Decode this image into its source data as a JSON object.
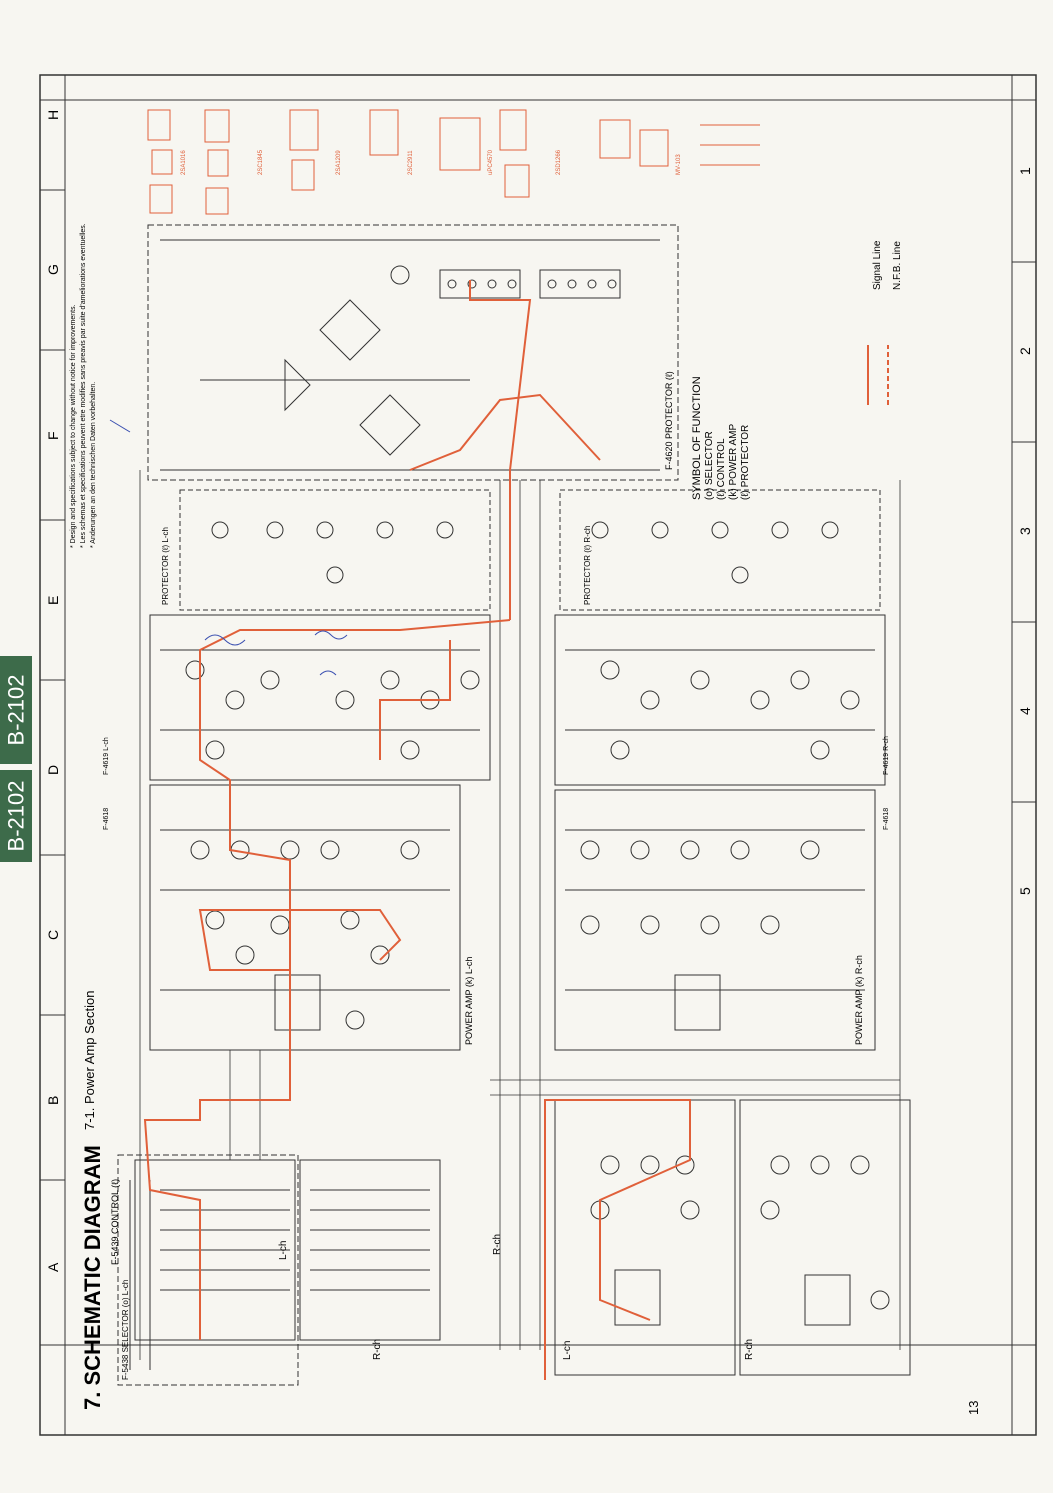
{
  "page": {
    "section_title": "7. SCHEMATIC DIAGRAM",
    "subsection_title": "7-1. Power Amp Section",
    "page_number": "13",
    "model_tags": [
      "B-2102",
      "B-2102"
    ]
  },
  "grid": {
    "columns": [
      "1",
      "2",
      "3",
      "4",
      "5"
    ],
    "rows": [
      "A",
      "B",
      "C",
      "D",
      "E",
      "F",
      "G",
      "H"
    ]
  },
  "blocks": {
    "selector": "F-5438 SELECTOR (o) L-ch",
    "control": "F-5439 CONTROL (ℓ)",
    "control_lch": "L-ch",
    "control_rch": "R-ch",
    "selector_rch": "R-ch",
    "power_amp_l": "POWER AMP (k) L-ch",
    "power_amp_r": "POWER AMP (k) R-ch",
    "board_4618_top": "F-4618",
    "board_4618_bottom": "F-4618",
    "board_4619_top": "F-4619 L-ch",
    "board_4619_bottom": "F-4619 R-ch",
    "protector_l": "PROTECTOR (ℓ) L-ch",
    "protector_r": "PROTECTOR (ℓ) R-ch",
    "protector_main": "F-4620 PROTECTOR (ℓ)",
    "lower_lch": "L-ch",
    "lower_rch": "R-ch"
  },
  "notes": {
    "note_en": "* Design and specifications subject to change without notice for improvements.",
    "note_fr": "* Les schemas et specifications peuvent etre modifies sans preavis par suite d'ameliorations eventuelles.",
    "note_de": "* Anderungen an den technischen Daten vorbehalten."
  },
  "legend": {
    "title": "SYMBOL OF FUNCTION",
    "items": [
      "(o) SELECTOR",
      "(ℓ) CONTROL",
      "(k) POWER AMP",
      "(ℓ) PROTECTOR"
    ],
    "signal_line": "Signal Line",
    "nfb_line": "N.F.B. Line"
  },
  "colors": {
    "signal_line": "#e0603a",
    "circuit": "#333333",
    "paper": "#f7f6f1",
    "tag": "#3d6b4a",
    "highlight": "#e8b8a8"
  }
}
